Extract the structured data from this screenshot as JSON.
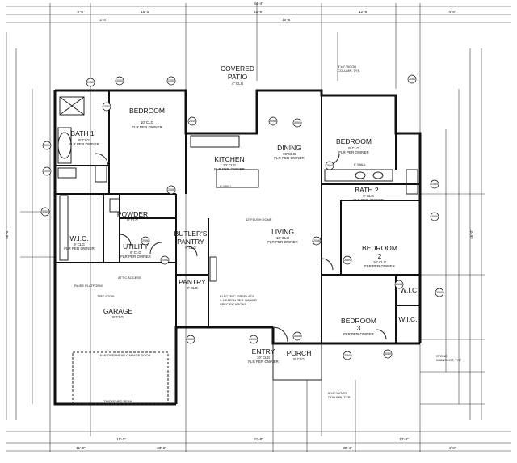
{
  "rooms": {
    "covered_patio": {
      "line1": "COVERED",
      "line2": "PATIO",
      "sub": "4\" CLG"
    },
    "bedroom1": {
      "name": "BEDROOM",
      "sub1": "10' CLG",
      "sub2": "FLR PER OWNER"
    },
    "bath1": {
      "name": "BATH 1",
      "sub1": "9' CLG",
      "sub2": "FLR PER OWNER"
    },
    "kitchen": {
      "name": "KITCHEN",
      "sub1": "10' CLG",
      "sub2": "FLR PER OWNER"
    },
    "dining": {
      "name": "DINING",
      "sub1": "10' CLG",
      "sub2": "FLR PER OWNER"
    },
    "bedroom_upper": {
      "name": "BEDROOM",
      "sub1": "9' CLG",
      "sub2": "FLR PER OWNER"
    },
    "bath2": {
      "name": "BATH 2",
      "sub1": "9' CLG",
      "sub2": "FLR PER OWNER"
    },
    "powder": {
      "name": "POWDER",
      "sub1": "9' CLG"
    },
    "butlers_pantry": {
      "line1": "BUTLER'S",
      "line2": "PANTRY",
      "sub": "9' CLG"
    },
    "living": {
      "name": "LIVING",
      "sub1": "10' CLG",
      "sub2": "FLR PER OWNER"
    },
    "wic1": {
      "name": "W.I.C.",
      "sub1": "9' CLG",
      "sub2": "FLR PER OWNER"
    },
    "utility": {
      "name": "UTILITY",
      "sub1": "9' CLG",
      "sub2": "FLR PER OWNER"
    },
    "bedroom2": {
      "line1": "BEDROOM",
      "line2": "2",
      "sub1": "10' CLG",
      "sub2": "FLR PER OWNER"
    },
    "pantry": {
      "name": "PANTRY",
      "sub": "9' CLG"
    },
    "wic2": {
      "name": "W.I.C."
    },
    "wic3": {
      "name": "W.I.C."
    },
    "garage": {
      "name": "GARAGE",
      "sub": "9' CLG"
    },
    "bedroom3": {
      "line1": "BEDROOM",
      "line2": "3",
      "sub": "FLR PER OWNER"
    },
    "entry": {
      "name": "ENTRY",
      "sub1": "10' CLG",
      "sub2": "FLR PER OWNER"
    },
    "porch": {
      "name": "PORCH",
      "sub": "9' CLG"
    }
  },
  "notes": {
    "garage_door": "16'x8' OVERHEAD GARAGE DOOR",
    "thickened_beam": "THICKENED BEAM",
    "fireplace1": "ELECTRIC FIREPLACE",
    "fireplace2": "& HEARTH PER OWNER",
    "fireplace3": "SPECIFICATIONS",
    "stone_wainscot1": "STONE",
    "stone_wainscot2": "WAINSCOT, TYP.",
    "wood_column_top1": "8\"x8\" WOOD",
    "wood_column_top2": "COLUMN, TYP.",
    "wood_column_bottom1": "8\"x8\" WOOD",
    "wood_column_bottom2": "COLUMN, TYP.",
    "flush_dome": "12' FLUSH DOME",
    "tire_stop": "TIRE STOP",
    "raise_platform": "RAISE PLATFORM",
    "attic_access": "ATTIC ACCESS",
    "wall_kitchen": "8' WALL",
    "wall_bedroom": "6' WALL"
  },
  "dimensions": {
    "overall_width": "84'-4\"",
    "overall_depth": "58'-0\"",
    "right_depth": "46'-0\""
  }
}
